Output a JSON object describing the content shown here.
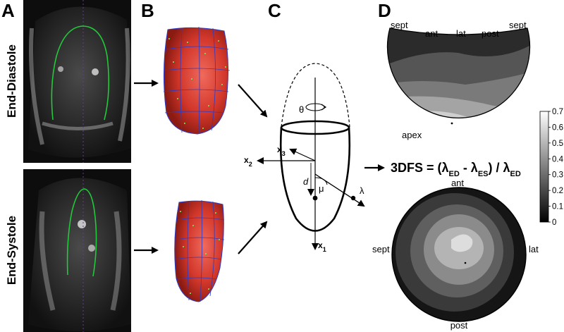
{
  "panels": {
    "a": "A",
    "b": "B",
    "c": "C",
    "d": "D"
  },
  "row_labels": {
    "top": "End-Diastole",
    "bottom": "End-Systole"
  },
  "panel_c": {
    "theta": "θ",
    "x1": "x",
    "x1_sub": "1",
    "x2": "x",
    "x2_sub": "2",
    "x3": "x",
    "x3_sub": "3",
    "d": "d",
    "mu": "μ",
    "lambda": "λ"
  },
  "formula": {
    "lhs": "3DFS = (λ",
    "ed1": "ED",
    "mid": " - λ",
    "es": "ES",
    "close": ") / λ",
    "ed2": "ED"
  },
  "top_polar_labels": {
    "sept_left": "sept",
    "ant": "ant",
    "lat": "lat",
    "post": "post",
    "sept_right": "sept",
    "apex": "apex"
  },
  "bottom_polar_labels": {
    "ant": "ant",
    "sept": "sept",
    "lat": "lat",
    "post": "post"
  },
  "colorbar": {
    "ticks": [
      "0.7",
      "0.6",
      "0.5",
      "0.4",
      "0.3",
      "0.2",
      "0.1",
      "0"
    ],
    "min": 0,
    "max": 0.7
  }
}
